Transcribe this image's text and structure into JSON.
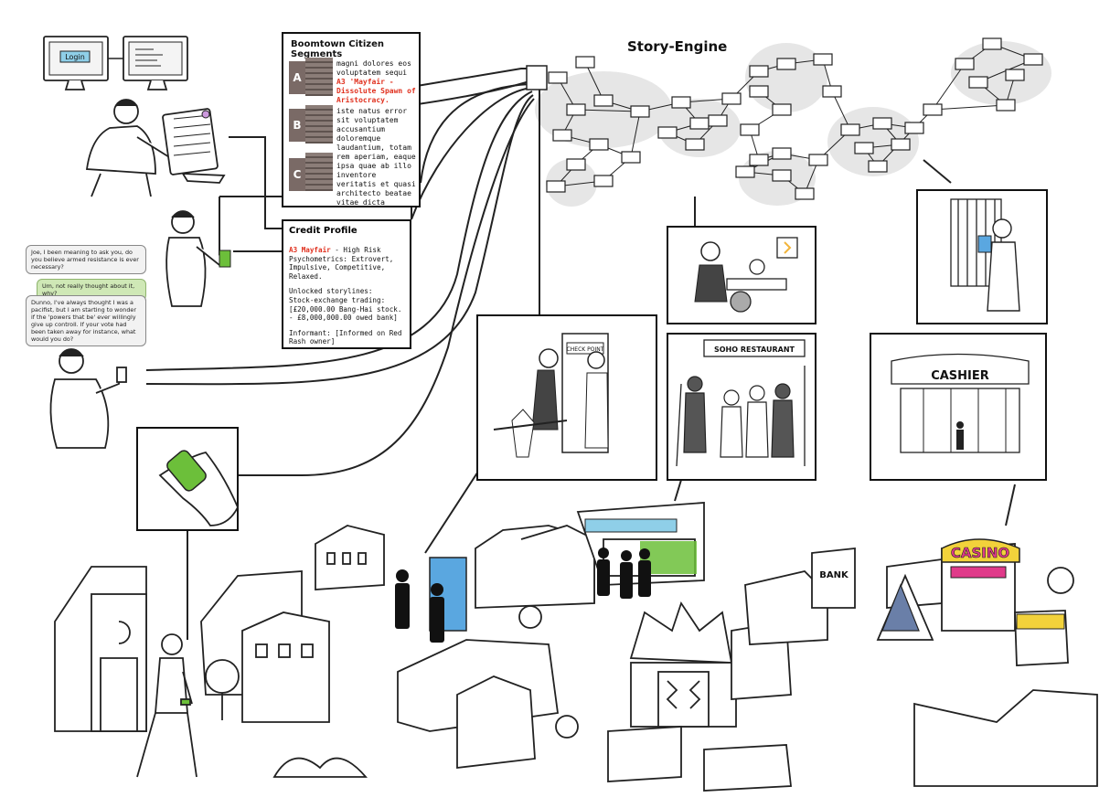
{
  "story_engine": {
    "title": "Story-Engine"
  },
  "citizen_segments": {
    "title": "Boomtown Citizen Segments",
    "segments": [
      {
        "letter": "A",
        "text": "magni dolores eos voluptatem sequi",
        "highlight": "A3 'Mayfair - Dissolute Spawn of Aristocracy."
      },
      {
        "letter": "B",
        "text": "iste natus error sit voluptatem accusantium doloremque laudantium, totam rem aperiam, eaque ipsa quae ab illo inventore veritatis et quasi architecto beatae vitae dicta",
        "highlight": ""
      },
      {
        "letter": "C",
        "text": "",
        "highlight": ""
      }
    ]
  },
  "credit_profile": {
    "title": "Credit Profile",
    "segment_label": "A3 Mayfair",
    "risk": " - High Risk",
    "psychometrics": "Psychometrics: Extrovert, Impulsive, Competitive, Relaxed.",
    "unlocked_title": "Unlocked storylines:",
    "stock": "Stock-exchange trading:",
    "stock_line1": "[£20,000.00  Bang-Hai stock.",
    "stock_line2": "- £8,000,000.00 owed bank]",
    "informant": "Informant: [Informed on Red Rash owner]"
  },
  "chat": {
    "messages": [
      {
        "from": "other",
        "text": "Joe, I been meaning to ask you, do you believe armed resistance is ever necessary?"
      },
      {
        "from": "me",
        "text": "Um, not really thought about it, why?"
      },
      {
        "from": "other",
        "text": "Dunno, I've always thought I was a pacifist, but I am starting to wonder if the 'powers that be' ever willingly give up controll. If your vote had been taken away for instance, what would you do?"
      }
    ]
  },
  "screens": {
    "login_label": "Login"
  },
  "scene_signs": {
    "casino": "CASINO",
    "cashier": "CASHIER",
    "bank": "BANK",
    "restaurant": "SOHO RESTAURANT",
    "booth": "CHECK POINT"
  },
  "colors": {
    "accent_red": "#e0301e",
    "wristband_green": "#6cbf3a",
    "segment_brown": "#7a6a66",
    "cluster_gray": "#e4e4e4",
    "sign_blue": "#5aa7e0",
    "casino_yellow": "#f2d23b",
    "casino_pink": "#e03a8a"
  }
}
